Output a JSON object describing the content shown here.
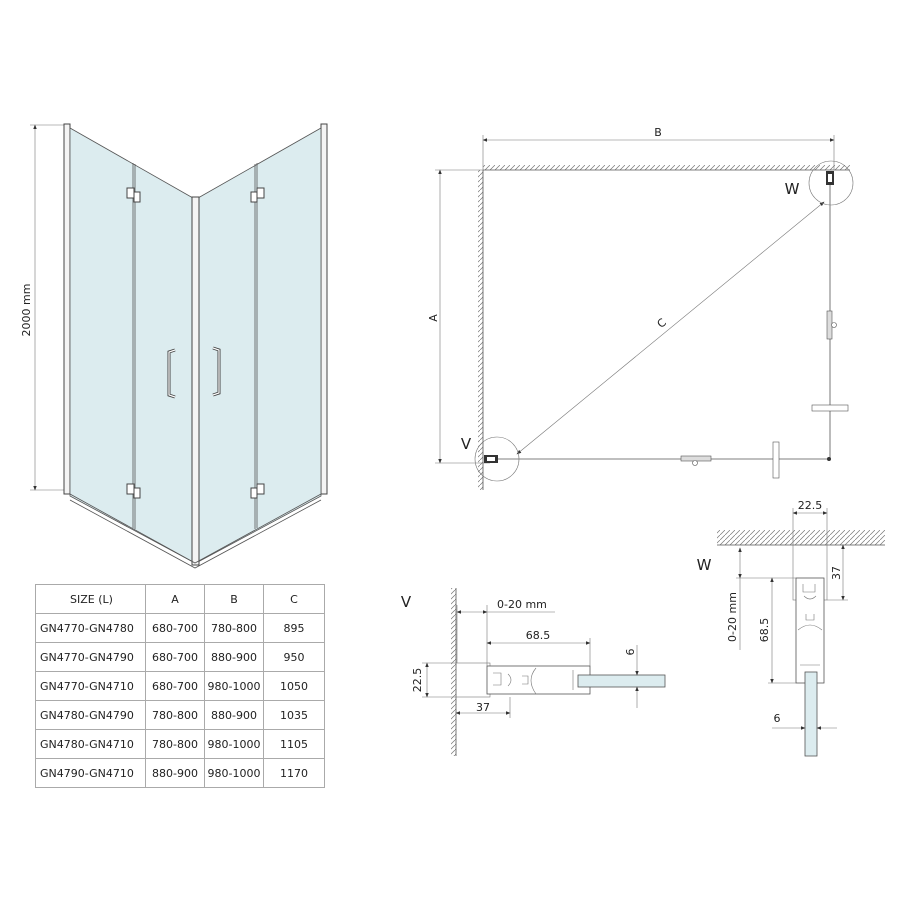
{
  "enclosure": {
    "height_label": "2000 mm"
  },
  "plan": {
    "label_a": "A",
    "label_b": "B",
    "label_c": "C",
    "label_v": "V",
    "label_w": "W"
  },
  "detail_v": {
    "title": "V",
    "dim_gap": "0-20 mm",
    "dim_depth": "68.5",
    "dim_wall": "37",
    "dim_width": "22.5",
    "dim_glass": "6"
  },
  "detail_w": {
    "title": "W",
    "dim_gap": "0-20 mm",
    "dim_depth": "68.5",
    "dim_wall": "37",
    "dim_width": "22.5",
    "dim_glass": "6"
  },
  "size_table": {
    "headers": [
      "SIZE (L)",
      "A",
      "B",
      "C"
    ],
    "rows": [
      [
        "GN4770-GN4780",
        "680-700",
        "780-800",
        "895"
      ],
      [
        "GN4770-GN4790",
        "680-700",
        "880-900",
        "950"
      ],
      [
        "GN4770-GN4710",
        "680-700",
        "980-1000",
        "1050"
      ],
      [
        "GN4780-GN4790",
        "780-800",
        "880-900",
        "1035"
      ],
      [
        "GN4780-GN4710",
        "780-800",
        "980-1000",
        "1105"
      ],
      [
        "GN4790-GN4710",
        "880-900",
        "980-1000",
        "1170"
      ]
    ]
  },
  "colors": {
    "glass": "#dcecef",
    "line": "#555555"
  }
}
